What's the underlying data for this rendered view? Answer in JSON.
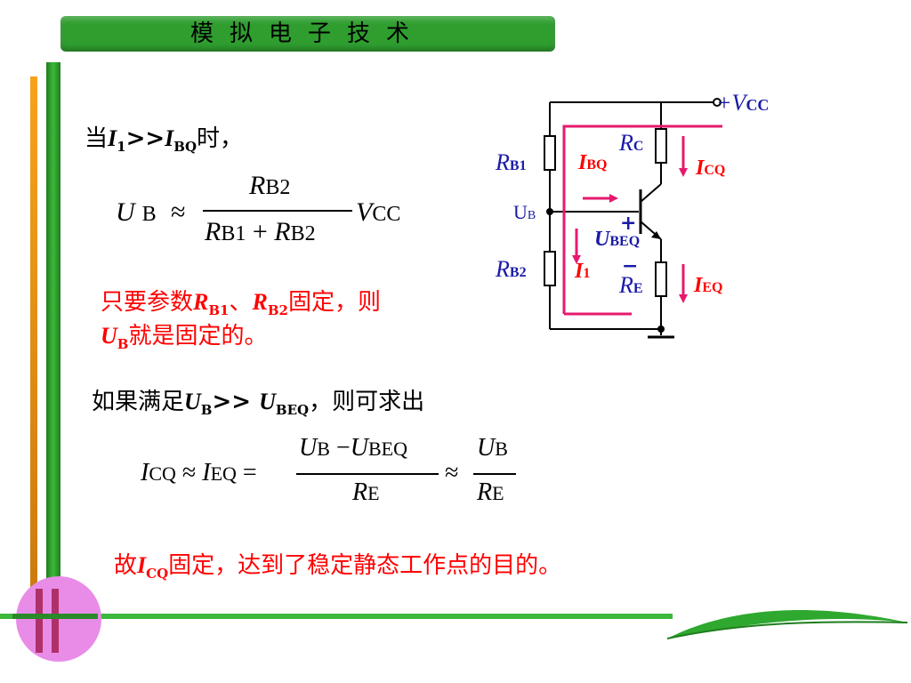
{
  "header": {
    "title": "模拟电子技术"
  },
  "texts": {
    "cond_prefix": "当",
    "cond_I1": "I",
    "cond_I1_sub": "1",
    "cond_gg": ">>",
    "cond_IBQ": "I",
    "cond_IBQ_sub": "BQ",
    "cond_suffix": "时，",
    "red1_a": "只要参数",
    "red1_RB1": "R",
    "red1_RB1_sub": "B1",
    "red1_sep": "、",
    "red1_RB2": "R",
    "red1_RB2_sub": "B2",
    "red1_b": "固定，则",
    "red2_UB": "U",
    "red2_UB_sub": "B",
    "red2_b": "就是固定的。",
    "if_a": "如果满足",
    "if_UB": "U",
    "if_UB_sub": "B",
    "if_gg": ">> ",
    "if_UBEQ": "U",
    "if_UBEQ_sub": "BEQ",
    "if_b": "，则可求出",
    "concl_a": "故",
    "concl_I": "I",
    "concl_I_sub": "CQ",
    "concl_b": "固定，达到了稳定静态工作点的目的。"
  },
  "formula1": {
    "lhs": "U",
    "lhs_sub": "B",
    "approx": "≈",
    "num": "R",
    "num_sub": "B2",
    "den_a": "R",
    "den_a_sub": "B1",
    "den_plus": "+",
    "den_b": "R",
    "den_b_sub": "B2",
    "rhs": "V",
    "rhs_sub": "CC"
  },
  "formula2": {
    "I1": "I",
    "I1_sub": "CQ",
    "approx1": "≈",
    "I2": "I",
    "I2_sub": "EQ",
    "eq": "=",
    "num_a": "U",
    "num_a_sub": "B",
    "num_minus": "−",
    "num_b": "U",
    "num_b_sub": "BEQ",
    "den": "R",
    "den_sub": "E",
    "approx2": "≈",
    "num2": "U",
    "num2_sub": "B",
    "den2": "R",
    "den2_sub": "E"
  },
  "circuit": {
    "vcc": "+V",
    "vcc_sub": "CC",
    "rb1": "R",
    "rb1_sub": "B1",
    "rb2": "R",
    "rb2_sub": "B2",
    "rc": "R",
    "rc_sub": "C",
    "re": "R",
    "re_sub": "E",
    "ub": "U",
    "ub_sub": "B",
    "ibq": "I",
    "ibq_sub": "BQ",
    "icq": "I",
    "icq_sub": "CQ",
    "ieq": "I",
    "ieq_sub": "EQ",
    "i1": "I",
    "i1_sub": "1",
    "ubeq": "U",
    "ubeq_sub": "BEQ",
    "plus": "+",
    "minus": "−"
  },
  "colors": {
    "banner": "#2f9e2f",
    "accent_red": "#ff0000",
    "label_blue": "#1a1aa8",
    "current_pink": "#e6196e",
    "circle": "#e88ce8"
  }
}
